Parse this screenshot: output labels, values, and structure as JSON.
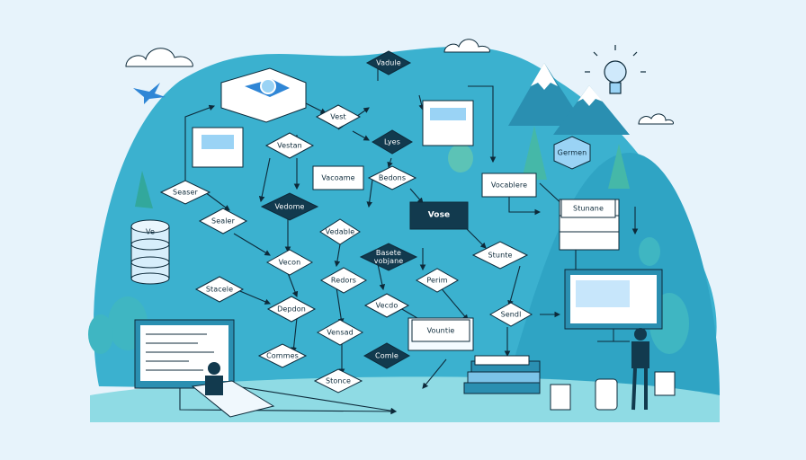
{
  "diagram": {
    "nodes": [
      {
        "id": "n-vadule",
        "text": "Vadule",
        "style": "dark"
      },
      {
        "id": "n-vest",
        "text": "Vest",
        "style": "light"
      },
      {
        "id": "n-lyes",
        "text": "Lyes",
        "style": "dark"
      },
      {
        "id": "n-vestan",
        "text": "Vestan",
        "style": "light"
      },
      {
        "id": "n-vacoame",
        "text": "Vacoame",
        "style": "light"
      },
      {
        "id": "n-bedons",
        "text": "Bedons",
        "style": "light"
      },
      {
        "id": "n-vocablere",
        "text": "Vocablere",
        "style": "light"
      },
      {
        "id": "n-sealer",
        "text": "Sealer",
        "style": "light"
      },
      {
        "id": "n-vedome",
        "text": "Vedome",
        "style": "dark"
      },
      {
        "id": "n-vedable",
        "text": "Vedable",
        "style": "light"
      },
      {
        "id": "n-vose",
        "text": "Vose",
        "style": "dark"
      },
      {
        "id": "n-basete",
        "text": "Basete\nvobjane",
        "style": "dark"
      },
      {
        "id": "n-stunte",
        "text": "Stunte",
        "style": "light"
      },
      {
        "id": "n-stunane",
        "text": "Stunane",
        "style": "light"
      },
      {
        "id": "n-vecon",
        "text": "Vecon",
        "style": "light"
      },
      {
        "id": "n-stacele",
        "text": "Stacele",
        "style": "light"
      },
      {
        "id": "n-redors",
        "text": "Redors",
        "style": "light"
      },
      {
        "id": "n-perim",
        "text": "Perim",
        "style": "light"
      },
      {
        "id": "n-depdon",
        "text": "Depdon",
        "style": "light"
      },
      {
        "id": "n-vecdo",
        "text": "Vecdo",
        "style": "light"
      },
      {
        "id": "n-vountie",
        "text": "Vountie",
        "style": "light"
      },
      {
        "id": "n-sendl",
        "text": "Sendl",
        "style": "light"
      },
      {
        "id": "n-vensad",
        "text": "Vensad",
        "style": "light"
      },
      {
        "id": "n-commes",
        "text": "Commes",
        "style": "light"
      },
      {
        "id": "n-comle",
        "text": "Comle",
        "style": "dark"
      },
      {
        "id": "n-stonce",
        "text": "Stonce",
        "style": "light"
      },
      {
        "id": "n-ve",
        "text": "Ve",
        "style": "db"
      },
      {
        "id": "n-seaser",
        "text": "Seaser",
        "style": "light"
      },
      {
        "id": "n-germen",
        "text": "Germen",
        "style": "light"
      }
    ]
  },
  "colors": {
    "bg": "#e7f3fb",
    "hill": "#3bb1cf",
    "hill_dark": "#2a97b8",
    "ground": "#7dd3e0",
    "dark_node": "#123a4e",
    "light_node": "#ffffff",
    "accent": "#9ad3f5"
  },
  "icons": [
    "bird-icon",
    "lightbulb-icon",
    "cloud-icon",
    "tree-icon",
    "monitor-icon",
    "person-icon",
    "book-stack-icon",
    "mountain-icon",
    "database-icon"
  ]
}
